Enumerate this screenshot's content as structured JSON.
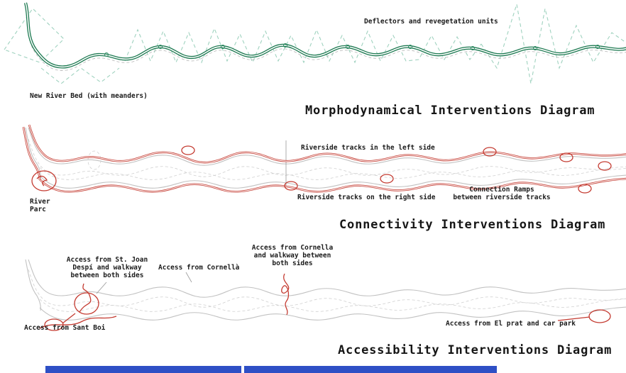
{
  "colors": {
    "river_green": "#1e7a52",
    "deflector_teal": "#9fd2bf",
    "track_red": "#c43b31",
    "river_gray": "#c2c2c2",
    "bottom_bar_blue": "#2e4fc5"
  },
  "diagrams": [
    {
      "title": "Morphodynamical Interventions Diagram",
      "labels": [
        {
          "text": "Deflectors and revegetation units"
        },
        {
          "text": "New River Bed (with meanders)"
        }
      ]
    },
    {
      "title": "Connectivity Interventions Diagram",
      "labels": [
        {
          "text": "Riverside tracks in the left side"
        },
        {
          "text": "Riverside tracks on the right side"
        },
        {
          "text": "Connection Ramps\nbetween riverside tracks"
        },
        {
          "text": "River\nParc"
        }
      ]
    },
    {
      "title": "Accessibility Interventions Diagram",
      "labels": [
        {
          "text": "Access from St. Joan\nDespí and walkway\nbetween both sides"
        },
        {
          "text": "Access from Cornellà"
        },
        {
          "text": "Access from Cornella\nand walkway between\nboth sides"
        },
        {
          "text": "Access from Sant Boi"
        },
        {
          "text": "Access from El prat and car park"
        }
      ]
    }
  ]
}
